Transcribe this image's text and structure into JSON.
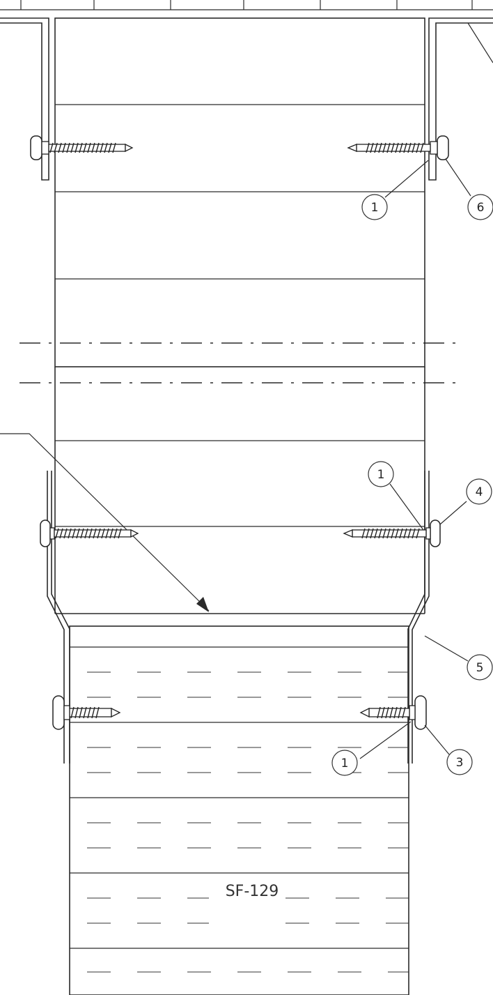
{
  "drawing": {
    "part_label": "SF-129",
    "callouts": [
      {
        "id": "c1a",
        "text": "1"
      },
      {
        "id": "c6",
        "text": "6"
      },
      {
        "id": "c1b",
        "text": "1"
      },
      {
        "id": "c4",
        "text": "4"
      },
      {
        "id": "c5",
        "text": "5"
      },
      {
        "id": "c1c",
        "text": "1"
      },
      {
        "id": "c3",
        "text": "3"
      }
    ]
  }
}
